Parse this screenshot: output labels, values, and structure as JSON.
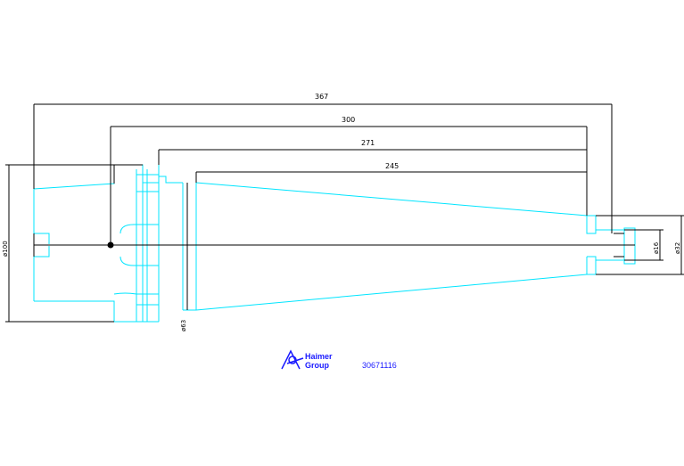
{
  "dimensions": {
    "overall_length": "367",
    "length_300": "300",
    "length_271": "271",
    "length_245": "245",
    "diameter_100": "ø100",
    "diameter_63": "ø63",
    "diameter_16": "ø16",
    "diameter_32": "ø32"
  },
  "logo": {
    "line1": "Haimer",
    "line2": "Group"
  },
  "part_number": "30671116",
  "colors": {
    "outline": "#00e5ff",
    "dimension": "#000000",
    "logo": "#1a1aff"
  }
}
